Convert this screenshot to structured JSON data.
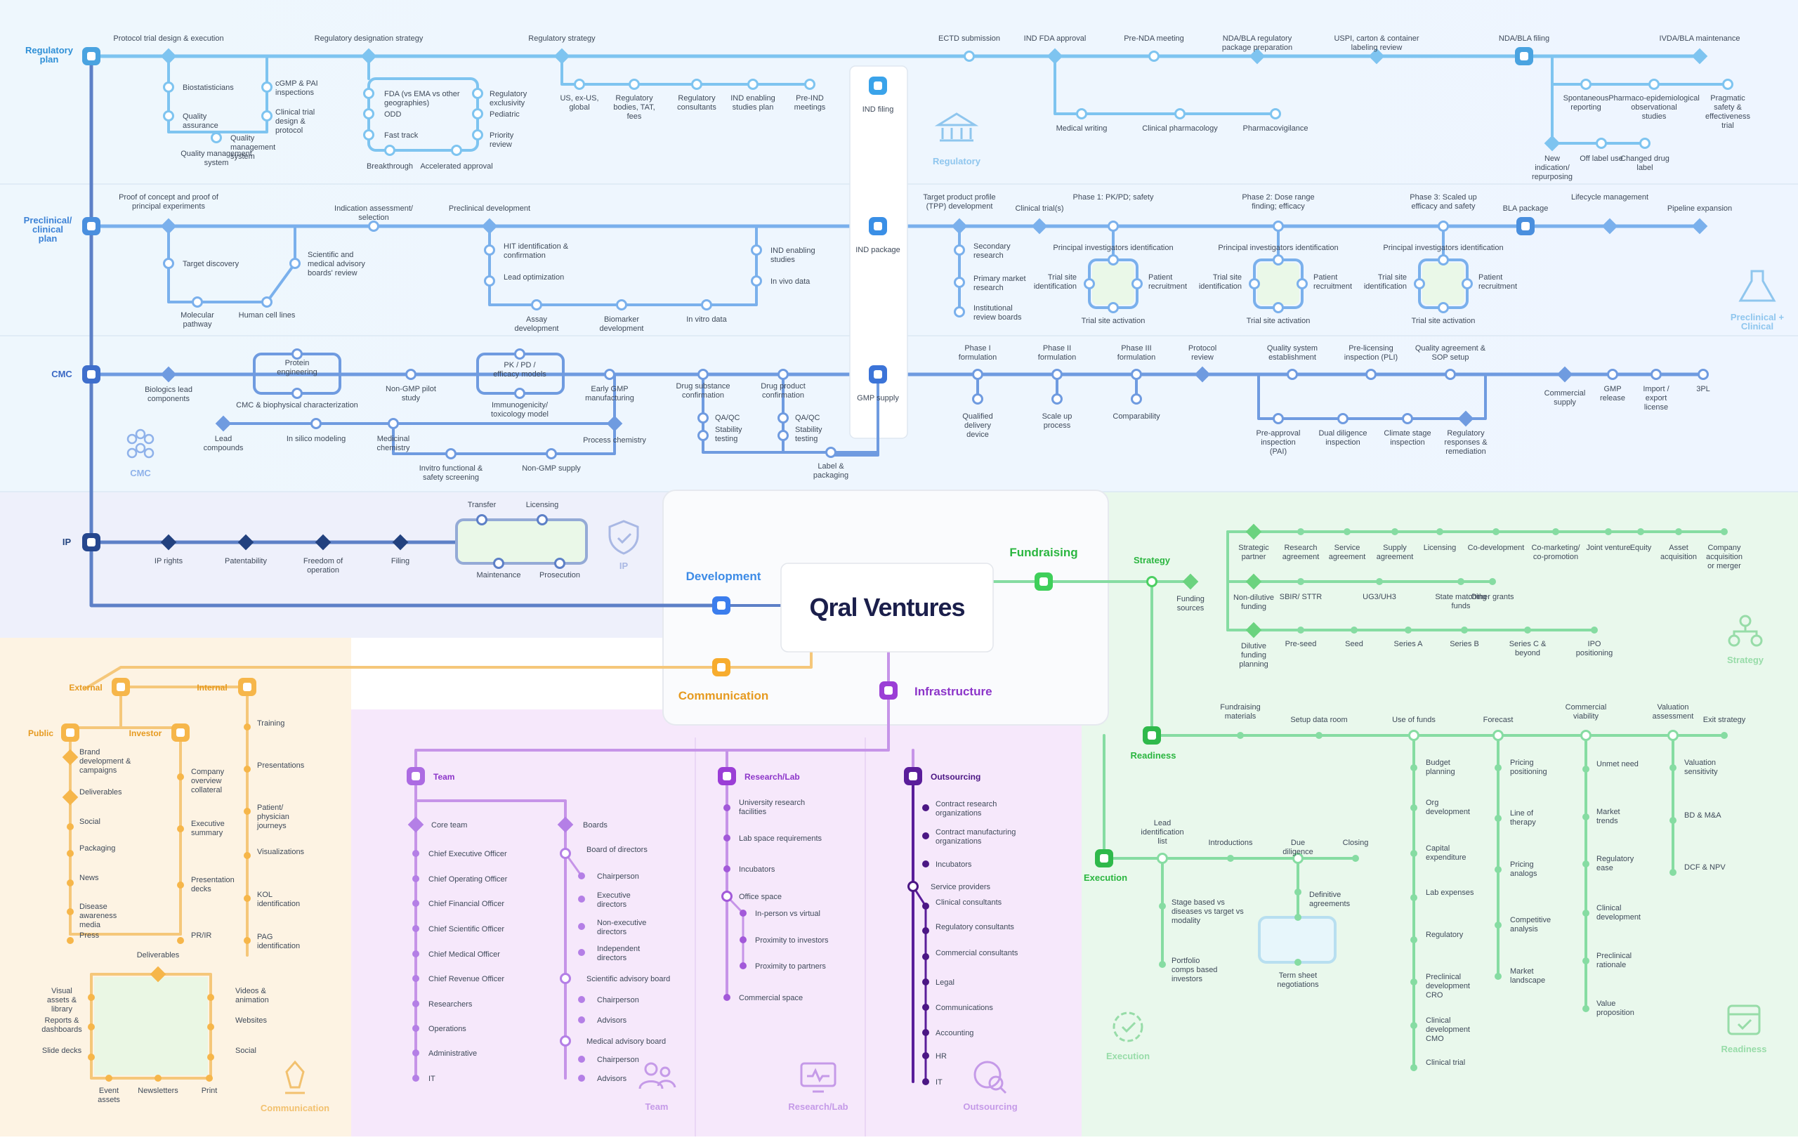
{
  "brand": {
    "name": "Qral Ventures"
  },
  "hubs": {
    "development": "Development",
    "communication": "Communication",
    "infrastructure": "Infrastructure",
    "fundraising": "Fundraising",
    "strategy": "Strategy",
    "readiness": "Readiness",
    "execution": "Execution",
    "ind_filing": "IND filing",
    "ind_package": "IND package",
    "gmp_supply": "GMP supply"
  },
  "rows": {
    "regulatory": "Regulatory plan",
    "preclinical": "Preclinical/ clinical plan",
    "cmc": "CMC",
    "ip": "IP"
  },
  "section_icons": {
    "regulatory": "Regulatory",
    "preclinical": "Preclinical + Clinical",
    "cmc": "CMC",
    "ip": "IP",
    "strategy": "Strategy",
    "execution": "Execution",
    "readiness": "Readiness",
    "communication": "Communication",
    "team": "Team",
    "research": "Research/Lab",
    "outsourcing": "Outsourcing"
  },
  "regulatory": {
    "top": [
      "Protocol trial design & execution",
      "Regulatory designation strategy",
      "Regulatory strategy",
      "ECTD submission",
      "IND FDA approval",
      "Pre-NDA meeting",
      "NDA/BLA regulatory package preparation",
      "USPI, carton & container labeling review",
      "NDA/BLA filing",
      "IVDA/BLA maintenance"
    ],
    "protocol_branch": [
      "Biostatisticians",
      "Quality assurance",
      "Quality management system",
      "cGMP & PAI inspections",
      "Clinical trial design & protocol"
    ],
    "designation_branch": [
      "FDA (vs EMA vs other geographies)",
      "ODD",
      "Fast track",
      "Breakthrough",
      "Accelerated approval",
      "Priority review",
      "Pediatric",
      "Regulatory exclusivity"
    ],
    "strategy_branch": [
      "US, ex-US, global",
      "Regulatory bodies, TAT, fees",
      "Regulatory consultants",
      "IND enabling studies plan",
      "Pre-IND meetings"
    ],
    "ind_branch": [
      "Medical writing",
      "Clinical pharmacology",
      "Pharmacovigilance"
    ],
    "nda_branch": [
      "Spontaneous reporting",
      "Pharmaco-epidemiological observational studies",
      "Pragmatic safety & effectiveness trial",
      "New indication/ repurposing",
      "Off label use",
      "Changed drug label"
    ]
  },
  "preclinical": {
    "top": [
      "Proof of concept and proof of principal experiments",
      "Indication assessment/ selection",
      "Preclinical development",
      "Target product profile (TPP) development",
      "Clinical trial(s)",
      "Phase 1: PK/PD; safety",
      "Phase 2: Dose range finding; efficacy",
      "Phase 3: Scaled up efficacy and safety",
      "BLA package",
      "Lifecycle management",
      "Pipeline expansion"
    ],
    "poc_branch": [
      "Target discovery",
      "Molecular pathway",
      "Human cell lines",
      "Scientific and medical advisory boards' review"
    ],
    "dev_branch": [
      "HIT identification & confirmation",
      "Lead optimization",
      "Assay development",
      "Biomarker development",
      "In vitro data",
      "In vivo data",
      "IND enabling studies"
    ],
    "tpp_branch": [
      "Secondary research",
      "Primary market research",
      "Institutional review boards"
    ],
    "phase_branch": [
      "Principal investigators identification",
      "Trial site identification",
      "Patient recruitment",
      "Trial site activation"
    ]
  },
  "cmc": {
    "top": [
      "Biologics lead components",
      "Protein engineering",
      "CMC & biophysical characterization",
      "Non-GMP pilot study",
      "PK / PD / efficacy models",
      "Immunogenicity/ toxicology model",
      "Early GMP manufacturing",
      "Drug substance confirmation",
      "Drug product confirmation",
      "Phase I formulation",
      "Phase II formulation",
      "Phase III formulation",
      "Protocol review",
      "Quality system establishment",
      "Pre-licensing inspection (PLI)",
      "Quality agreement & SOP setup",
      "Commercial supply",
      "GMP release",
      "Import / export license",
      "3PL"
    ],
    "lower": [
      "Lead compounds",
      "In silico modeling",
      "Medicinal chemistry",
      "Process chemistry",
      "Invitro functional & safety screening",
      "Non-GMP supply"
    ],
    "qc": [
      "QA/QC",
      "Stability testing",
      "QA/QC",
      "Stability testing",
      "Label & packaging"
    ],
    "formulation": [
      "Qualified delivery device",
      "Scale up process",
      "Comparability"
    ],
    "inspection": [
      "Pre-approval inspection (PAI)",
      "Dual diligence inspection",
      "Climate stage inspection",
      "Regulatory responses & remediation"
    ]
  },
  "ip": {
    "items": [
      "IP rights",
      "Patentability",
      "Freedom of operation",
      "Filing",
      "Transfer",
      "Licensing",
      "Maintenance",
      "Prosecution"
    ]
  },
  "strategy": {
    "main": [
      "Strategic partner",
      "Non-dilutive funding",
      "Dilutive funding planning",
      "Funding sources"
    ],
    "partner": [
      "Research agreement",
      "Service agreement",
      "Supply agreement",
      "Licensing",
      "Co-development",
      "Co-marketing/ co-promotion",
      "Joint venture",
      "Equity",
      "Asset acquisition",
      "Company acquisition or merger"
    ],
    "nondilutive": [
      "SBIR/ STTR",
      "UG3/UH3",
      "State matching funds",
      "Other grants"
    ],
    "dilutive": [
      "Pre-seed",
      "Seed",
      "Series A",
      "Series B",
      "Series C & beyond",
      "IPO positioning"
    ]
  },
  "readiness": {
    "top": [
      "Fundraising materials",
      "Setup data room",
      "Use of funds",
      "Forecast",
      "Commercial viability",
      "Valuation assessment",
      "Exit strategy"
    ],
    "funds": [
      "Budget planning",
      "Org development",
      "Capital expenditure",
      "Lab expenses",
      "Regulatory",
      "Preclinical development CRO",
      "Clinical development CMO",
      "Clinical trial"
    ],
    "forecast": [
      "Pricing positioning",
      "Line of therapy",
      "Pricing analogs",
      "Competitive analysis",
      "Market landscape"
    ],
    "viability": [
      "Unmet need",
      "Market trends",
      "Regulatory ease",
      "Clinical development",
      "Preclinical rationale",
      "Value proposition"
    ],
    "valuation": [
      "Valuation sensitivity",
      "BD & M&A",
      "DCF & NPV"
    ]
  },
  "execution": {
    "items": [
      "Lead identification list",
      "Introductions",
      "Due diligence",
      "Closing",
      "Stage based vs diseases vs target vs modality",
      "Portfolio comps based investors",
      "Definitive agreements",
      "Term sheet negotiations"
    ]
  },
  "communication": {
    "external": "External",
    "internal": "Internal",
    "public": "Public",
    "investor": "Investor",
    "public_items": [
      "Brand development & campaigns",
      "Deliverables",
      "Social",
      "Packaging",
      "News",
      "Disease awareness media",
      "Press"
    ],
    "investor_items": [
      "Company overview collateral",
      "Executive summary",
      "Presentation decks",
      "PR/IR"
    ],
    "internal_items": [
      "Training",
      "Presentations",
      "Patient/ physician journeys",
      "Visualizations",
      "KOL identification",
      "PAG identification"
    ],
    "deliverables": "Deliverables",
    "deliverable_items": [
      "Visual assets & library",
      "Reports & dashboards",
      "Slide decks",
      "Event assets",
      "Newsletters",
      "Print",
      "Social",
      "Websites",
      "Videos & animation"
    ]
  },
  "infrastructure": {
    "team": "Team",
    "research": "Research/Lab",
    "outsourcing": "Outsourcing",
    "core": "Core team",
    "core_items": [
      "Chief Executive Officer",
      "Chief Operating Officer",
      "Chief Financial Officer",
      "Chief Scientific Officer",
      "Chief Medical Officer",
      "Chief Revenue Officer",
      "Researchers",
      "Operations",
      "Administrative",
      "IT"
    ],
    "boards": "Boards",
    "board_items": [
      "Board of directors",
      "Chairperson",
      "Executive directors",
      "Non-executive directors",
      "Independent directors",
      "Scientific advisory board",
      "Chairperson",
      "Advisors",
      "Medical advisory board",
      "Chairperson",
      "Advisors"
    ],
    "lab_items": [
      "University research facilities",
      "Lab space requirements",
      "Incubators",
      "Office space",
      "In-person vs virtual",
      "Proximity to investors",
      "Proximity to partners",
      "Commercial space"
    ],
    "out_items": [
      "Contract research organizations",
      "Contract manufacturing organizations",
      "Incubators",
      "Service providers",
      "Clinical consultants",
      "Regulatory consultants",
      "Commercial consultants",
      "Legal",
      "Communications",
      "Accounting",
      "HR",
      "IT"
    ]
  },
  "colors": {
    "reg": "#7ec4f0",
    "pre": "#7ab0ec",
    "cmc": "#6f9be0",
    "ip": "#5d80c7",
    "green": "#86dca2",
    "orange": "#f5c77a",
    "purple": "#c694e8"
  }
}
